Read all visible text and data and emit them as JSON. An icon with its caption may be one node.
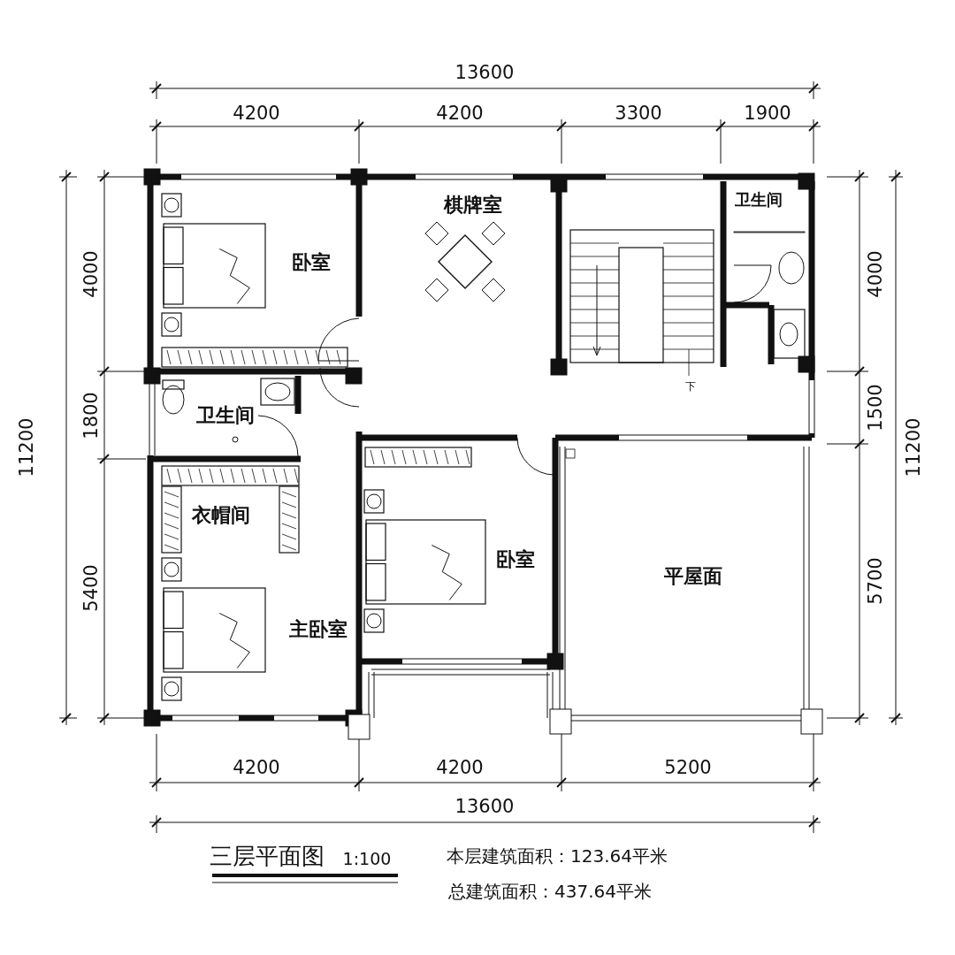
{
  "diagram": {
    "title": "三层平面图",
    "labels": [
      "13600",
      "4200",
      "4200",
      "3300",
      "1900",
      "11200",
      "4000",
      "1800",
      "5400",
      "棋牌室",
      "卫生间",
      "卧室",
      "卫生间",
      "下",
      "衣帽间",
      "卧室",
      "平屋面",
      "主卧室",
      "4000",
      "1500",
      "5700",
      "11200",
      "4200",
      "4200",
      "5200",
      "13600",
      "1:100",
      "本层建筑面积：123.64平米",
      "总建筑面积：437.64平米"
    ]
  }
}
